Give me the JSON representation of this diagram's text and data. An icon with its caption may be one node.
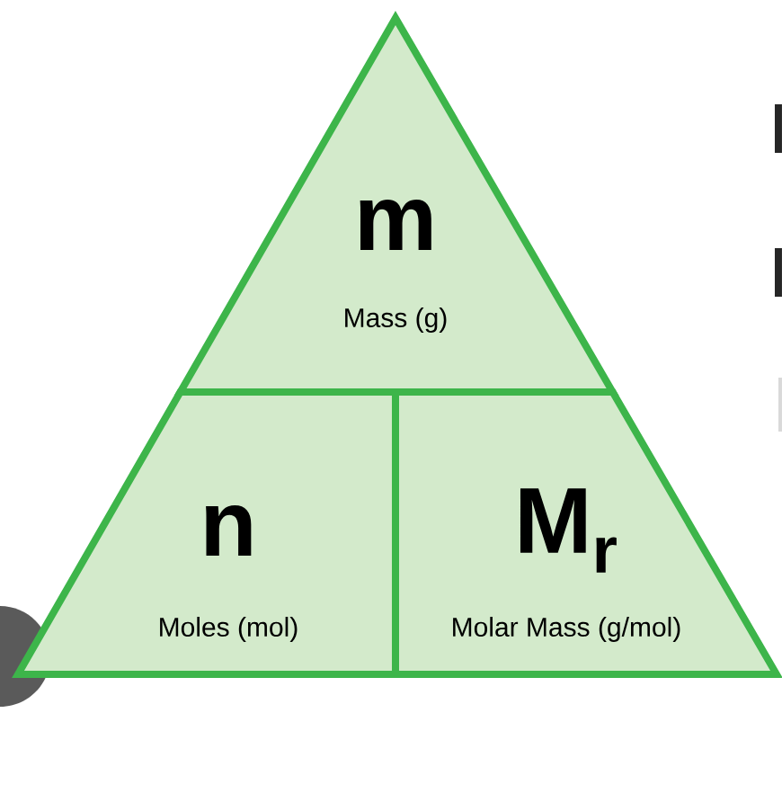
{
  "diagram": {
    "nodes": [
      {
        "text": [
          "m",
          "Mass (g)"
        ]
      },
      {
        "text": [
          "n",
          "Moles (mol)"
        ]
      },
      {
        "text": [
          "M$_{r}$",
          "Molar Mass (g/mol)"
        ]
      }
    ]
  }
}
